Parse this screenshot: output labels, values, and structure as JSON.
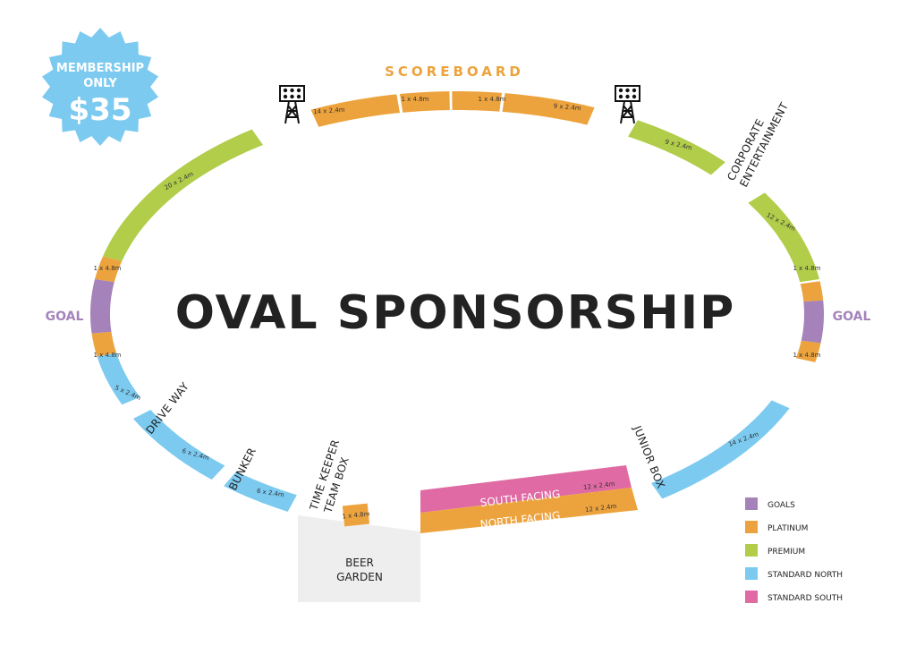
{
  "title": "OVAL SPONSORSHIP",
  "scoreboard": "SCOREBOARD",
  "badge": {
    "line1": "MEMBERSHIP",
    "line2": "ONLY",
    "price": "$35"
  },
  "goal_left": "GOAL",
  "goal_right": "GOAL",
  "colors": {
    "goals": "#a583ba",
    "platinum": "#eda33d",
    "premium": "#b1cd4a",
    "standard_north": "#7ccaf0",
    "standard_south": "#e06aa3",
    "badge": "#7ccaf0",
    "garden": "#eeeeee"
  },
  "segments": {
    "s14x24_top": "14 x 2.4m",
    "s1x48_top_a": "1 x 4.8m",
    "s1x48_top_b": "1 x 4.8m",
    "s9x24_top": "9 x 2.4m",
    "s9x24_right": "9 x 2.4m",
    "s12x24_right": "12 x 2.4m",
    "s1x48_right_a": "1 x 4.8m",
    "s1x48_right_b": "1 x 4.8m",
    "s14x24_bottom_right": "14 x 2.4m",
    "s20x24_left": "20 x 2.4m",
    "s1x48_left_a": "1 x 4.8m",
    "s1x48_left_b": "1 x 4.8m",
    "s5x24_left": "5 x 2.4m",
    "s6x24_a": "6 x 2.4m",
    "s6x24_b": "6 x 2.4m",
    "s1x48_box": "1 x 4.8m",
    "s12x24_south": "12 x 2.4m",
    "s12x24_north": "12 x 2.4m"
  },
  "labels": {
    "corporate_line1": "CORPORATE",
    "corporate_line2": "ENTERTAINMENT",
    "drive_way": "DRIVE WAY",
    "bunker": "BUNKER",
    "time_keeper_line1": "TIME KEEPER",
    "time_keeper_line2": "TEAM BOX",
    "junior_box": "JUNIOR BOX",
    "beer_line1": "BEER",
    "beer_line2": "GARDEN",
    "south_facing": "SOUTH FACING",
    "north_facing": "NORTH FACING"
  },
  "legend": [
    {
      "label": "GOALS",
      "color": "#a583ba"
    },
    {
      "label": "PLATINUM",
      "color": "#eda33d"
    },
    {
      "label": "PREMIUM",
      "color": "#b1cd4a"
    },
    {
      "label": "STANDARD NORTH",
      "color": "#7ccaf0"
    },
    {
      "label": "STANDARD SOUTH",
      "color": "#e06aa3"
    }
  ],
  "icons": [
    "light-tower-icon",
    "light-tower-icon"
  ]
}
